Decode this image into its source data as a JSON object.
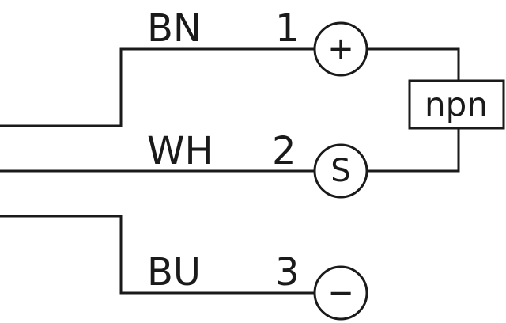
{
  "wires": [
    {
      "id": "bn",
      "color_code": "BN",
      "pin": "1",
      "symbol": "+"
    },
    {
      "id": "wh",
      "color_code": "WH",
      "pin": "2",
      "symbol": "S"
    },
    {
      "id": "bu",
      "color_code": "BU",
      "pin": "3",
      "symbol": "−"
    }
  ],
  "output_type": "npn",
  "line_color": "#1a1a1a",
  "background_color": "#ffffff"
}
